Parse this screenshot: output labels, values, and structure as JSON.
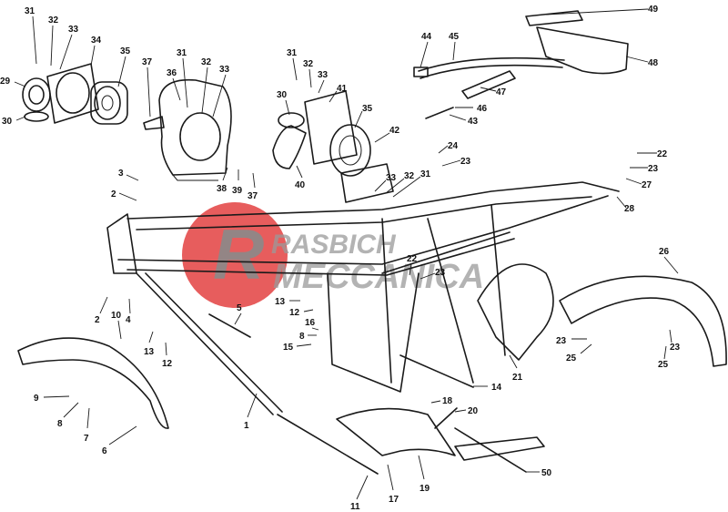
{
  "diagram": {
    "callouts": [
      {
        "id": "c-31a",
        "label": "31"
      },
      {
        "id": "c-32a",
        "label": "32"
      },
      {
        "id": "c-33a",
        "label": "33"
      },
      {
        "id": "c-34",
        "label": "34"
      },
      {
        "id": "c-35a",
        "label": "35"
      },
      {
        "id": "c-29",
        "label": "29"
      },
      {
        "id": "c-30a",
        "label": "30"
      },
      {
        "id": "c-37a",
        "label": "37"
      },
      {
        "id": "c-36",
        "label": "36"
      },
      {
        "id": "c-31b",
        "label": "31"
      },
      {
        "id": "c-32b",
        "label": "32"
      },
      {
        "id": "c-33b",
        "label": "33"
      },
      {
        "id": "c-38",
        "label": "38"
      },
      {
        "id": "c-39",
        "label": "39"
      },
      {
        "id": "c-37b",
        "label": "37"
      },
      {
        "id": "c-31c",
        "label": "31"
      },
      {
        "id": "c-32c",
        "label": "32"
      },
      {
        "id": "c-33c",
        "label": "33"
      },
      {
        "id": "c-41",
        "label": "41"
      },
      {
        "id": "c-30b",
        "label": "30"
      },
      {
        "id": "c-35b",
        "label": "35"
      },
      {
        "id": "c-42",
        "label": "42"
      },
      {
        "id": "c-40",
        "label": "40"
      },
      {
        "id": "c-33d",
        "label": "33"
      },
      {
        "id": "c-32d",
        "label": "32"
      },
      {
        "id": "c-31d",
        "label": "31"
      },
      {
        "id": "c-44",
        "label": "44"
      },
      {
        "id": "c-45",
        "label": "45"
      },
      {
        "id": "c-49",
        "label": "49"
      },
      {
        "id": "c-48",
        "label": "48"
      },
      {
        "id": "c-47",
        "label": "47"
      },
      {
        "id": "c-46",
        "label": "46"
      },
      {
        "id": "c-43",
        "label": "43"
      },
      {
        "id": "c-24",
        "label": "24"
      },
      {
        "id": "c-23a",
        "label": "23"
      },
      {
        "id": "c-22a",
        "label": "22"
      },
      {
        "id": "c-23b",
        "label": "23"
      },
      {
        "id": "c-27",
        "label": "27"
      },
      {
        "id": "c-28",
        "label": "28"
      },
      {
        "id": "c-3",
        "label": "3"
      },
      {
        "id": "c-2a",
        "label": "2"
      },
      {
        "id": "c-22b",
        "label": "22"
      },
      {
        "id": "c-23c",
        "label": "23"
      },
      {
        "id": "c-26",
        "label": "26"
      },
      {
        "id": "c-5",
        "label": "5"
      },
      {
        "id": "c-13a",
        "label": "13"
      },
      {
        "id": "c-12a",
        "label": "12"
      },
      {
        "id": "c-2b",
        "label": "2"
      },
      {
        "id": "c-4",
        "label": "4"
      },
      {
        "id": "c-10",
        "label": "10"
      },
      {
        "id": "c-16",
        "label": "16"
      },
      {
        "id": "c-8a",
        "label": "8"
      },
      {
        "id": "c-15",
        "label": "15"
      },
      {
        "id": "c-13b",
        "label": "13"
      },
      {
        "id": "c-12b",
        "label": "12"
      },
      {
        "id": "c-23d",
        "label": "23"
      },
      {
        "id": "c-25a",
        "label": "25"
      },
      {
        "id": "c-23e",
        "label": "23"
      },
      {
        "id": "c-25b",
        "label": "25"
      },
      {
        "id": "c-21",
        "label": "21"
      },
      {
        "id": "c-9",
        "label": "9"
      },
      {
        "id": "c-8b",
        "label": "8"
      },
      {
        "id": "c-7",
        "label": "7"
      },
      {
        "id": "c-14",
        "label": "14"
      },
      {
        "id": "c-18",
        "label": "18"
      },
      {
        "id": "c-20",
        "label": "20"
      },
      {
        "id": "c-1",
        "label": "1"
      },
      {
        "id": "c-6",
        "label": "6"
      },
      {
        "id": "c-50",
        "label": "50"
      },
      {
        "id": "c-11",
        "label": "11"
      },
      {
        "id": "c-17",
        "label": "17"
      },
      {
        "id": "c-19",
        "label": "19"
      }
    ]
  },
  "watermark": {
    "line1": "RASBICH",
    "line2": "MECCANICA",
    "logo_letter": "R",
    "logo_color": "#e03030"
  }
}
